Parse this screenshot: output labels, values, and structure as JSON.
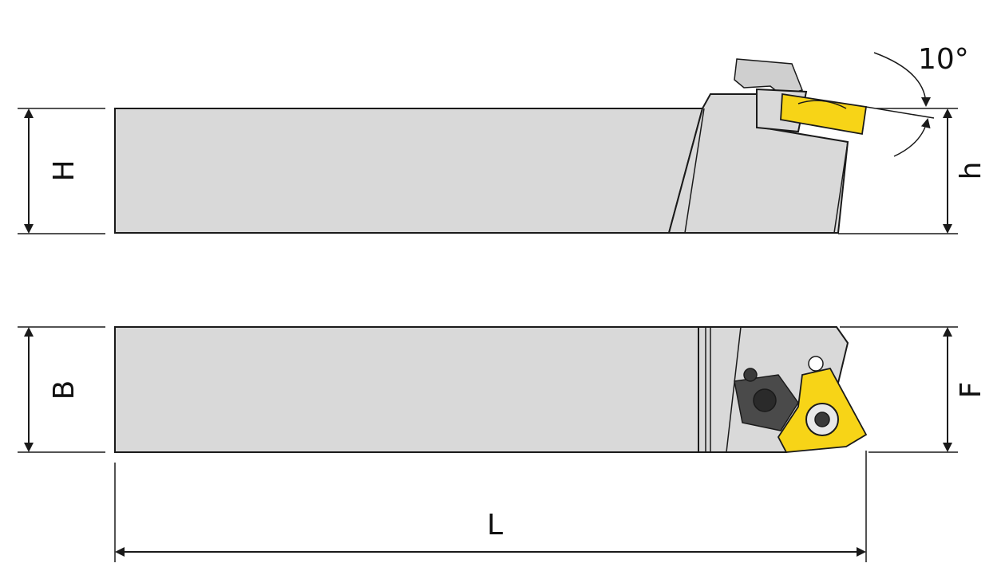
{
  "labels": {
    "H": "H",
    "h": "h",
    "angle": "10°",
    "B": "B",
    "F": "F",
    "L": "L"
  },
  "colors": {
    "body": "#d9d9d9",
    "insert": "#f7d417",
    "outline": "#1a1a1a"
  }
}
